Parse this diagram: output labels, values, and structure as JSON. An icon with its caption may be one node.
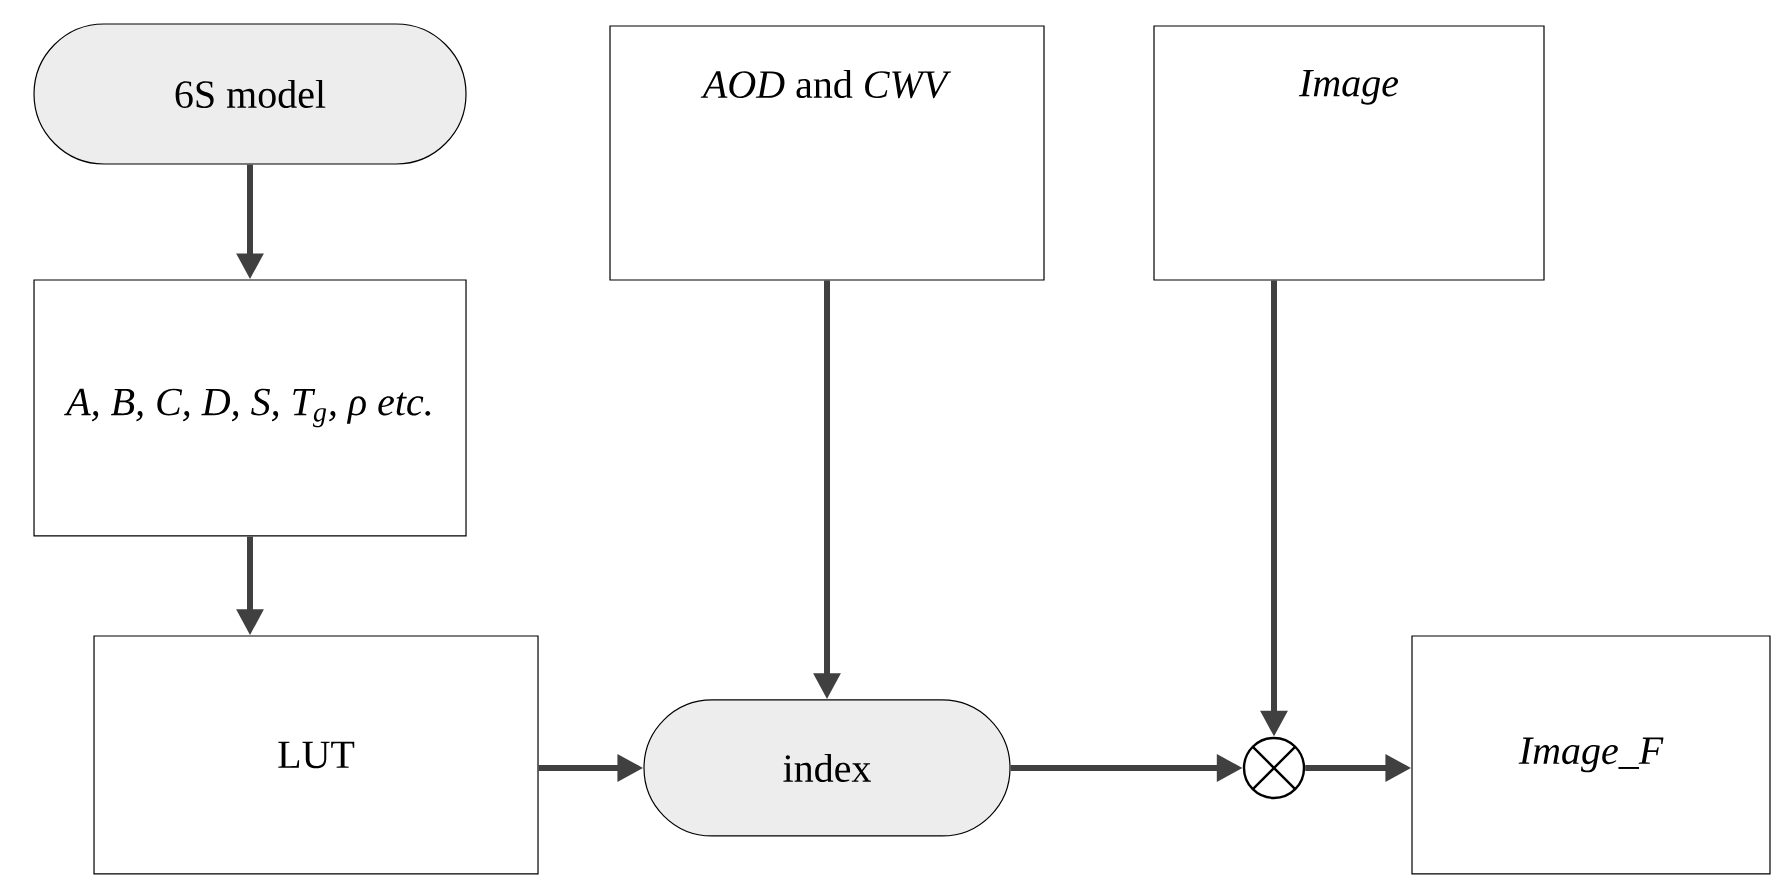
{
  "diagram": {
    "nodes": [
      {
        "text": [
          "6S model"
        ]
      },
      {
        "text": [
          "A, B, C, D, S, T$_{g}$, ρ etc."
        ]
      },
      {
        "text": [
          "*AOD* and *CWV*"
        ]
      },
      {
        "text": [
          "Image"
        ]
      },
      {
        "text": [
          "LUT"
        ]
      },
      {
        "text": [
          "index"
        ]
      },
      {
        "text": [],
        "shape": "circle"
      },
      {
        "text": [
          "Image_F"
        ]
      }
    ],
    "edges": [
      {
        "from": 0,
        "to": 1,
        "arrow": "to"
      },
      {
        "from": 1,
        "to": 4,
        "arrow": "to"
      },
      {
        "from": 4,
        "to": 5,
        "arrow": "to"
      },
      {
        "from": 2,
        "to": 5,
        "arrow": "to"
      },
      {
        "from": 5,
        "to": 6,
        "arrow": "to"
      },
      {
        "from": 3,
        "to": 6,
        "arrow": "to"
      },
      {
        "from": 6,
        "to": 7,
        "arrow": "to"
      }
    ]
  }
}
